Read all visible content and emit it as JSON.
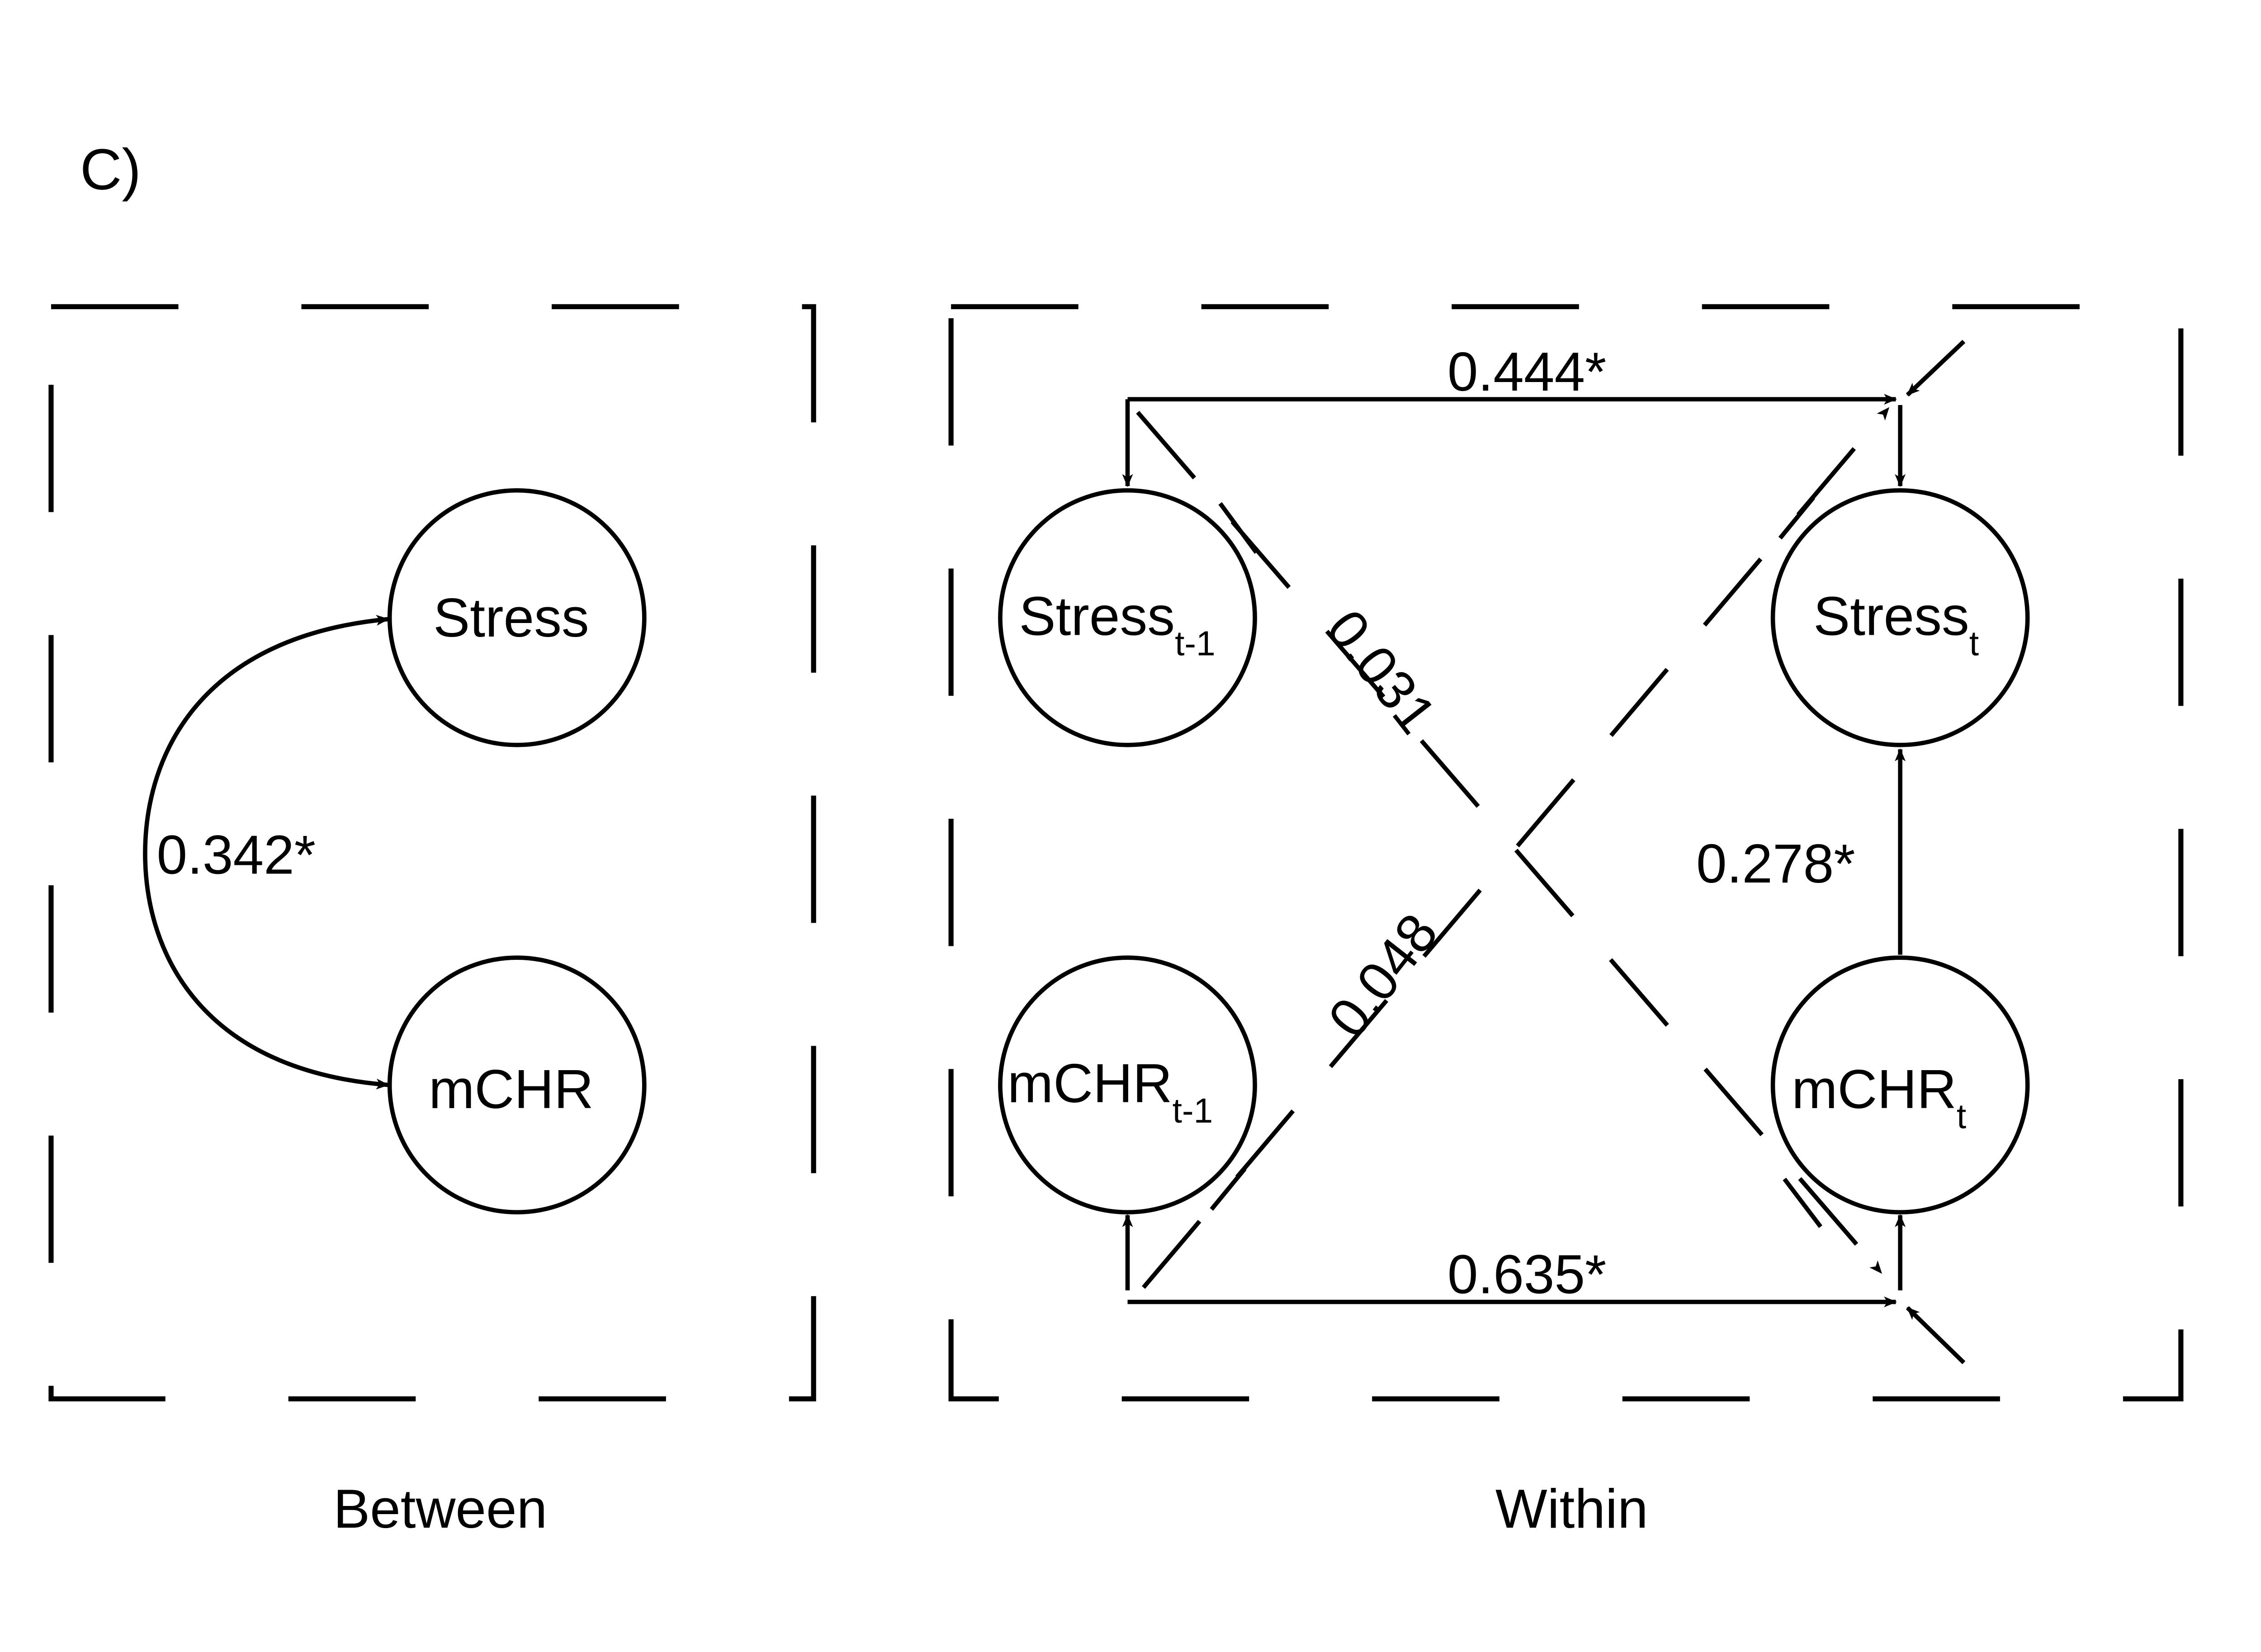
{
  "panel_label": "C)",
  "colors": {
    "ink": "#000000",
    "background": "#ffffff"
  },
  "between": {
    "caption": "Between",
    "nodes": [
      {
        "id": "stress",
        "label": "Stress",
        "sub": ""
      },
      {
        "id": "mchr",
        "label": "mCHR",
        "sub": ""
      }
    ],
    "edges": [
      {
        "from": "stress",
        "to": "mchr",
        "type": "covariance",
        "value": "0.342*",
        "significant": true
      }
    ]
  },
  "within": {
    "caption": "Within",
    "nodes": [
      {
        "id": "stress_t1",
        "label": "Stress",
        "sub": "t-1"
      },
      {
        "id": "stress_t",
        "label": "Stress",
        "sub": "t"
      },
      {
        "id": "mchr_t1",
        "label": "mCHR",
        "sub": "t-1"
      },
      {
        "id": "mchr_t",
        "label": "mCHR",
        "sub": "t"
      }
    ],
    "edges": [
      {
        "from": "stress_t1",
        "to": "stress_t",
        "type": "path",
        "value": "0.444*",
        "significant": true
      },
      {
        "from": "mchr_t1",
        "to": "mchr_t",
        "type": "path",
        "value": "0.635*",
        "significant": true
      },
      {
        "from": "mchr_t",
        "to": "stress_t",
        "type": "covariance",
        "value": "0.278*",
        "significant": true
      },
      {
        "from": "stress_t1",
        "to": "mchr_t",
        "type": "path",
        "value": "0.031",
        "significant": false
      },
      {
        "from": "mchr_t1",
        "to": "stress_t",
        "type": "path",
        "value": "0.048",
        "significant": false
      }
    ]
  }
}
